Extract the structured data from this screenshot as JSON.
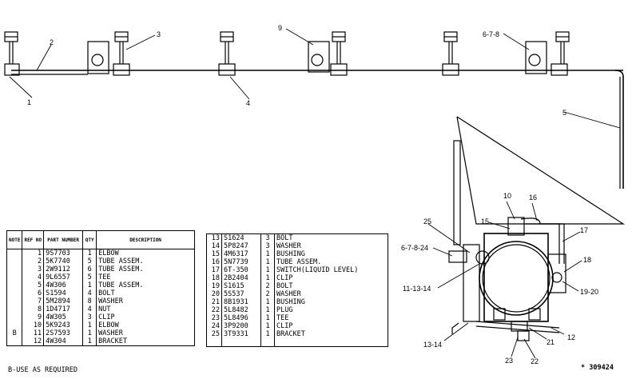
{
  "callouts": {
    "c1": "1",
    "c2": "2",
    "c3": "3",
    "c4": "4",
    "c5": "5",
    "c9": "9",
    "c678_top": "6-7-8",
    "c10": "10",
    "c15": "15",
    "c16": "16",
    "c17": "17",
    "c18": "18",
    "c25": "25",
    "c678_left": "6-7-8-24",
    "c111314": "11-13-14",
    "c1920": "19-20",
    "c12": "12",
    "c21": "21",
    "c22": "22",
    "c23": "23",
    "c1314": "13-14"
  },
  "table1": {
    "headers": [
      "NOTE",
      "REF NO",
      "PART NUMBER",
      "QTY",
      "DESCRIPTION"
    ],
    "rows": [
      {
        "note": "",
        "ref": "1",
        "part": "9S7703",
        "qty": "1",
        "desc": "ELBOW"
      },
      {
        "note": "",
        "ref": "2",
        "part": "5K7740",
        "qty": "5",
        "desc": "TUBE   ASSEM."
      },
      {
        "note": "",
        "ref": "3",
        "part": "2W9112",
        "qty": "6",
        "desc": "TUBE   ASSEM."
      },
      {
        "note": "",
        "ref": "4",
        "part": "9L6557",
        "qty": "5",
        "desc": "TEE"
      },
      {
        "note": "",
        "ref": "5",
        "part": "4W306",
        "qty": "1",
        "desc": "TUBE   ASSEM."
      },
      {
        "note": "",
        "ref": "6",
        "part": "S1594",
        "qty": "4",
        "desc": "BOLT"
      },
      {
        "note": "",
        "ref": "7",
        "part": "5M2894",
        "qty": "8",
        "desc": "WASHER"
      },
      {
        "note": "",
        "ref": "8",
        "part": "1D4717",
        "qty": "4",
        "desc": "NUT"
      },
      {
        "note": "",
        "ref": "9",
        "part": "4W305",
        "qty": "3",
        "desc": "CLIP"
      },
      {
        "note": "",
        "ref": "10",
        "part": "5K9243",
        "qty": "1",
        "desc": "ELBOW"
      },
      {
        "note": "B",
        "ref": "11",
        "part": "2S7593",
        "qty": "1",
        "desc": "WASHER"
      },
      {
        "note": "",
        "ref": "12",
        "part": "4W304",
        "qty": "1",
        "desc": "BRACKET"
      }
    ]
  },
  "table2": {
    "rows": [
      {
        "ref": "13",
        "part": "S1624",
        "qty": "3",
        "desc": "BOLT"
      },
      {
        "ref": "14",
        "part": "5P8247",
        "qty": "3",
        "desc": "WASHER"
      },
      {
        "ref": "15",
        "part": "4M6317",
        "qty": "1",
        "desc": "BUSHING"
      },
      {
        "ref": "16",
        "part": "5N7739",
        "qty": "1",
        "desc": "TUBE   ASSEM."
      },
      {
        "ref": "17",
        "part": "6T-350",
        "qty": "1",
        "desc": "SWITCH(LIQUID    LEVEL)"
      },
      {
        "ref": "18",
        "part": "2B2404",
        "qty": "1",
        "desc": "CLIP"
      },
      {
        "ref": "19",
        "part": "S1615",
        "qty": "2",
        "desc": "BOLT"
      },
      {
        "ref": "20",
        "part": "5S537",
        "qty": "2",
        "desc": "WASHER"
      },
      {
        "ref": "21",
        "part": "8B1931",
        "qty": "1",
        "desc": "BUSHING"
      },
      {
        "ref": "22",
        "part": "5L8482",
        "qty": "1",
        "desc": "PLUG"
      },
      {
        "ref": "23",
        "part": "5L8496",
        "qty": "1",
        "desc": "TEE"
      },
      {
        "ref": "24",
        "part": "3P9200",
        "qty": "1",
        "desc": "CLIP"
      },
      {
        "ref": "25",
        "part": "3T9331",
        "qty": "1",
        "desc": "BRACKET"
      }
    ]
  },
  "footnote": "B-USE   AS   REQUIRED",
  "drawing_number": "* 309424"
}
